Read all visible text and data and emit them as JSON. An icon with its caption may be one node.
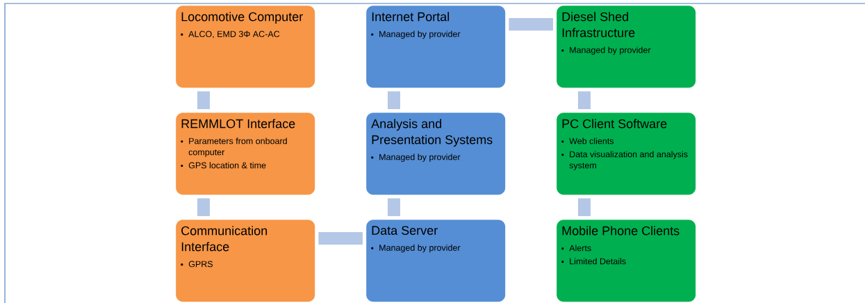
{
  "diagram": {
    "nodes": [
      {
        "text": [
          "Locomotive Computer",
          "ALCO, EMD 3Φ AC-AC"
        ]
      },
      {
        "text": [
          "REMMLOT Interface",
          "Parameters from onboard computer",
          "GPS location & time"
        ]
      },
      {
        "text": [
          "Communication Interface",
          "GPRS"
        ]
      },
      {
        "text": [
          "Internet Portal",
          "Managed by provider"
        ]
      },
      {
        "text": [
          "Analysis  and Presentation Systems",
          "Managed by provider"
        ]
      },
      {
        "text": [
          "Data Server",
          "Managed by provider"
        ]
      },
      {
        "text": [
          "Diesel Shed Infrastructure",
          "Managed by provider"
        ]
      },
      {
        "text": [
          "PC Client Software",
          "Web clients",
          "Data visualization and analysis system"
        ]
      },
      {
        "text": [
          "Mobile Phone Clients",
          "Alerts",
          "Limited Details"
        ]
      }
    ],
    "edges": [
      {
        "from": 0,
        "to": 1,
        "arrow": "none"
      },
      {
        "from": 1,
        "to": 2,
        "arrow": "none"
      },
      {
        "from": 2,
        "to": 5,
        "arrow": "none"
      },
      {
        "from": 5,
        "to": 4,
        "arrow": "none"
      },
      {
        "from": 4,
        "to": 3,
        "arrow": "none"
      },
      {
        "from": 3,
        "to": 6,
        "arrow": "none"
      },
      {
        "from": 6,
        "to": 7,
        "arrow": "none"
      },
      {
        "from": 7,
        "to": 8,
        "arrow": "none"
      }
    ]
  }
}
